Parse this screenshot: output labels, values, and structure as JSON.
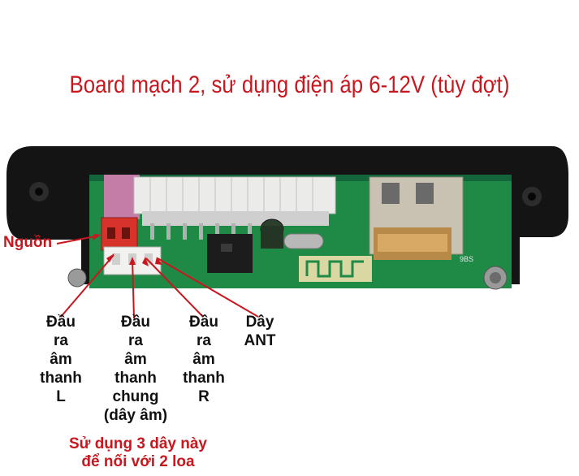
{
  "title": "Board mạch 2, sử dụng điện áp 6-12V (tùy đợt)",
  "labels": {
    "power": "Nguồn",
    "out_left": [
      "Đầu",
      "ra",
      "âm",
      "thanh",
      "L"
    ],
    "out_common": [
      "Đầu",
      "ra",
      "âm",
      "thanh",
      "chung",
      "(dây âm)"
    ],
    "out_right": [
      "Đầu",
      "ra",
      "âm",
      "thanh",
      "R"
    ],
    "antenna": [
      "Dây",
      "ANT"
    ]
  },
  "note": [
    "Sử dụng 3 dây này",
    "để nối với 2 loa"
  ],
  "board_silkscreen": "9BS",
  "colors": {
    "title": "#c8171e",
    "label": "#111111",
    "pcb": "#1f8a45",
    "bezel": "#161616",
    "connector_red": "#d8332a"
  }
}
